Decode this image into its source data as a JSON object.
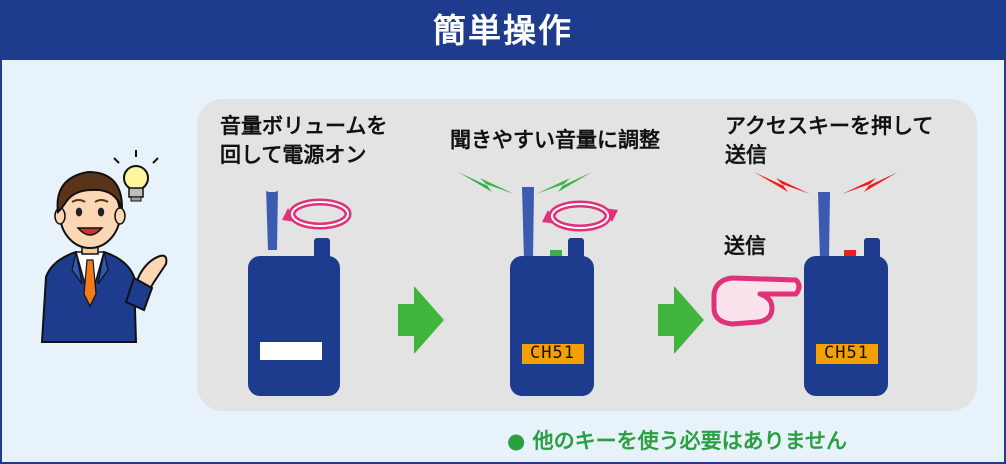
{
  "title": "簡単操作",
  "steps": [
    {
      "label": "音量ボリュームを\n回して電源オン"
    },
    {
      "label": "聞きやすい音量に調整",
      "display": "CH51"
    },
    {
      "label": "アクセスキーを押して\n送信",
      "display": "CH51",
      "press_label": "送信"
    }
  ],
  "note": "● 他のキーを使う必要はありません",
  "colors": {
    "header": "#1d3c8e",
    "background": "#e8f2fa",
    "panel": "#e3e3e3",
    "radio_body": "#1d3c8e",
    "antenna": "#3a5bb0",
    "display": "#f4a000",
    "arrow_green": "#3fb53c",
    "rotation_pink": "#e0327a",
    "signal_green": "#36b449",
    "signal_red": "#e8201c",
    "note_text": "#2aa042"
  },
  "icons": [
    "person-icon",
    "light-bulb-icon",
    "volume-rotate-icon",
    "radio-icon",
    "signal-icon",
    "pointing-hand-icon",
    "right-arrow-icon"
  ]
}
